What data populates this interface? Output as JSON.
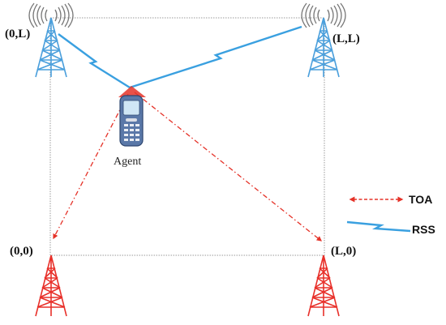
{
  "corners": {
    "top_left": "(0,L)",
    "top_right": "(L,L)",
    "bottom_left": "(0,0)",
    "bottom_right": "(L,0)"
  },
  "agent": {
    "label": "Agent"
  },
  "legend": {
    "toa": "TOA",
    "rss": "RSS"
  },
  "colors": {
    "rss_tower": "#4a9fdc",
    "rss_signal": "#3aa0e0",
    "toa_tower": "#e8302a",
    "toa_signal": "#e53228",
    "area_border": "#9a9a9a",
    "wave": "#777777",
    "phone_body": "#5a78a8"
  }
}
